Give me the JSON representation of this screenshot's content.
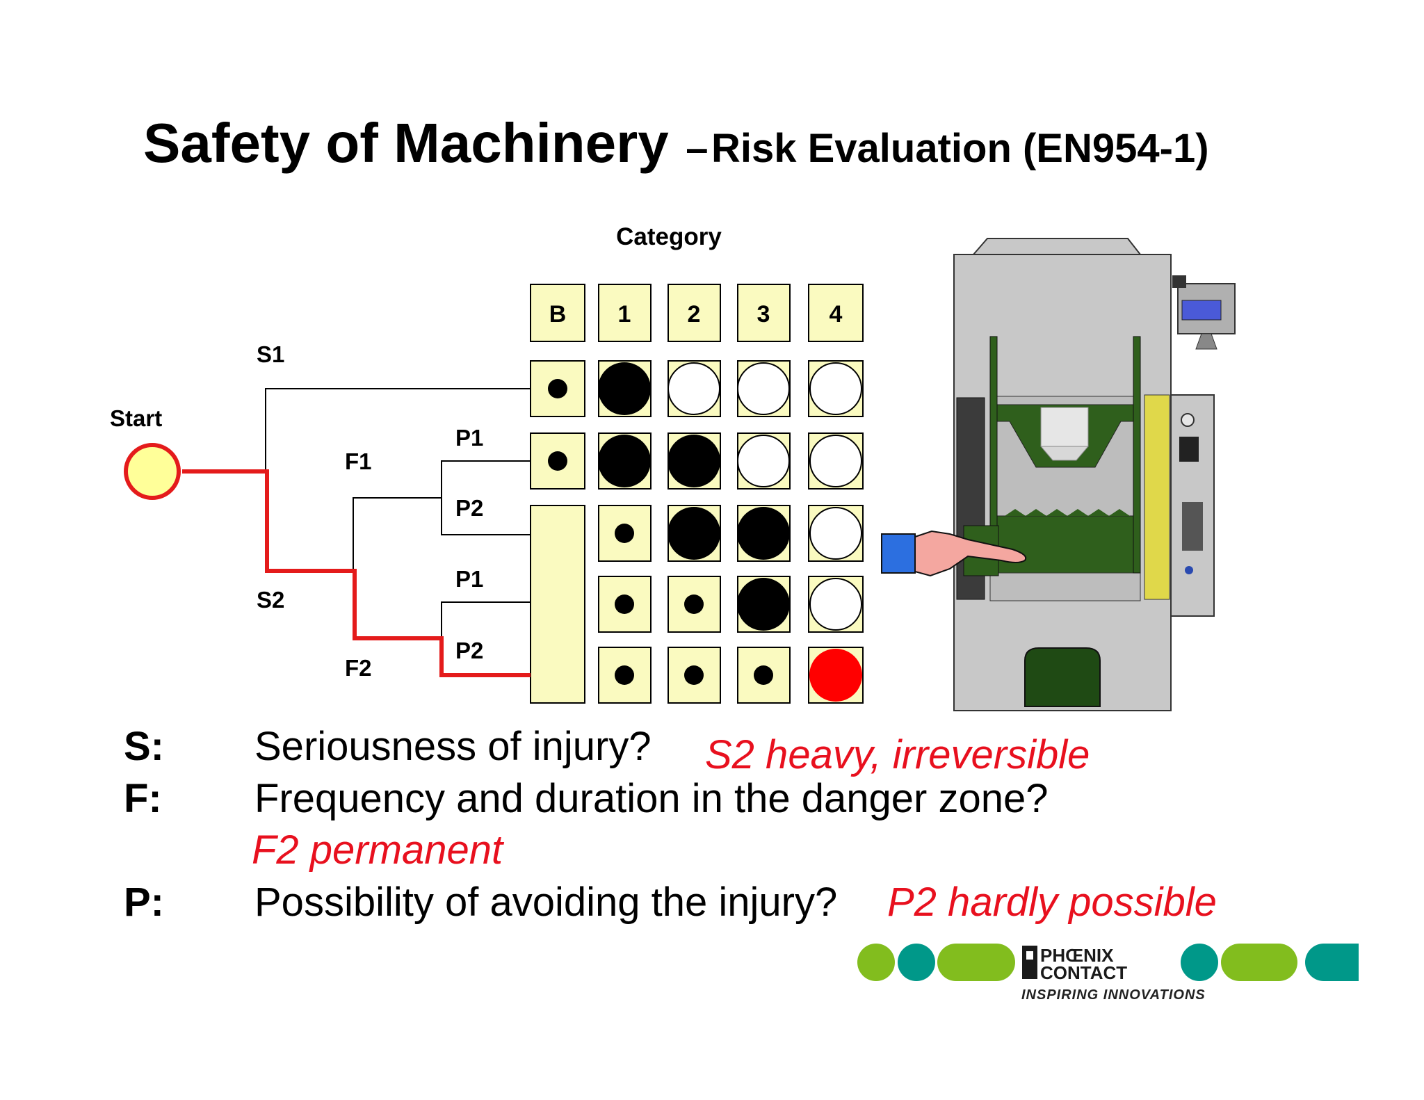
{
  "title": {
    "main": "Safety of Machinery",
    "separator": "–",
    "sub": "Risk Evaluation (EN954-1)"
  },
  "diagram": {
    "category_label": "Category",
    "category_headers": [
      "B",
      "1",
      "2",
      "3",
      "4"
    ],
    "start_label": "Start",
    "branch_labels": {
      "s1": "S1",
      "s2": "S2",
      "f1": "F1",
      "f2": "F2",
      "p1_upper": "P1",
      "p2_upper": "P2",
      "p1_lower": "P1",
      "p2_lower": "P2"
    },
    "selected_path": [
      "S2",
      "F2",
      "P2"
    ],
    "selected_category": "4",
    "matrix_rows": [
      [
        "dot",
        "large_filled",
        "large_open",
        "large_open",
        "large_open"
      ],
      [
        "dot",
        "large_filled",
        "large_filled",
        "large_open",
        "large_open"
      ],
      [
        "merged",
        "dot",
        "large_filled",
        "large_filled",
        "large_open"
      ],
      [
        "merged",
        "dot",
        "dot",
        "large_filled",
        "large_open"
      ],
      [
        "merged",
        "dot",
        "dot",
        "dot",
        "selected"
      ]
    ],
    "colors": {
      "cell_fill": "#fafac0",
      "path_red": "#e41b1b",
      "start_fill": "#ffff99",
      "selected_fill": "#ff0000"
    }
  },
  "questions": [
    {
      "key": "S:",
      "text": "Seriousness of injury?",
      "answer": "S2 heavy, irreversible"
    },
    {
      "key": "F:",
      "text": "Frequency and duration in the danger zone?",
      "answer": "F2 permanent"
    },
    {
      "key": "P:",
      "text": "Possibility of avoiding the injury?",
      "answer": "P2 hardly possible"
    }
  ],
  "logo": {
    "line1": "PHŒNIX",
    "line2": "CONTACT",
    "tagline": "INSPIRING INNOVATIONS",
    "colors": {
      "green": "#82bd1e",
      "teal": "#009889"
    }
  },
  "illustration": {
    "subject": "hydraulic press machine with hand in danger zone",
    "icons": [
      "press-machine-icon",
      "hand-icon",
      "motor-icon",
      "control-panel-icon"
    ]
  }
}
